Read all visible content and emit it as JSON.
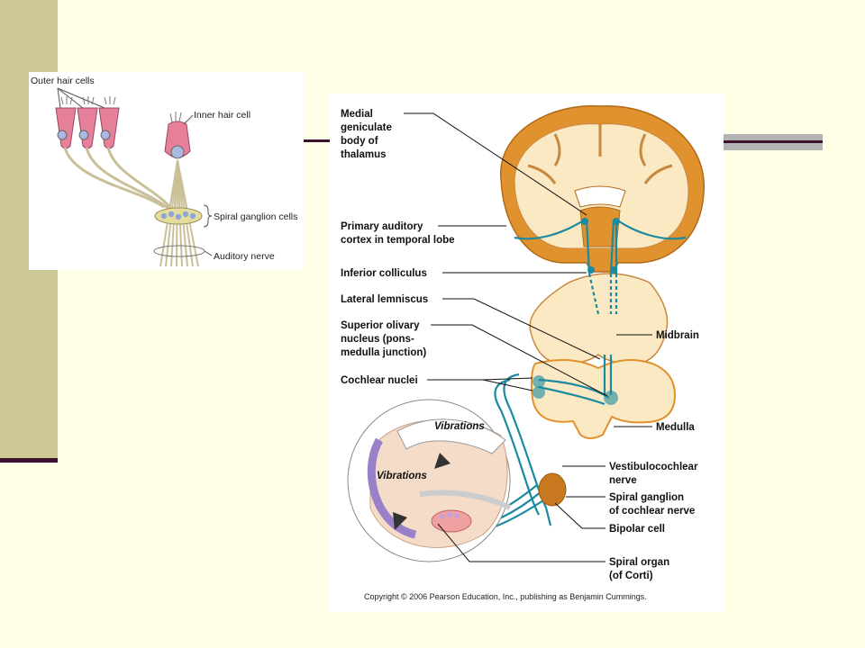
{
  "hair_cell_figure": {
    "labels": {
      "outer_hair_cells": "Outer hair cells",
      "inner_hair_cell": "Inner hair cell",
      "spiral_ganglion_cells": "Spiral ganglion cells",
      "auditory_nerve": "Auditory nerve"
    }
  },
  "pathway_figure": {
    "labels": {
      "medial_geniculate": [
        "Medial",
        "geniculate",
        "body of",
        "thalamus"
      ],
      "primary_auditory_cortex": [
        "Primary auditory",
        "cortex in temporal lobe"
      ],
      "inferior_colliculus": "Inferior colliculus",
      "lateral_lemniscus": "Lateral lemniscus",
      "superior_olivary": [
        "Superior olivary",
        "nucleus (pons-",
        "medulla junction)"
      ],
      "cochlear_nuclei": "Cochlear nuclei",
      "midbrain": "Midbrain",
      "medulla": "Medulla",
      "vestibulocochlear_nerve": [
        "Vestibulocochlear",
        "nerve"
      ],
      "spiral_ganglion_cochlear": [
        "Spiral ganglion",
        "of cochlear nerve"
      ],
      "bipolar_cell": "Bipolar cell",
      "spiral_organ": [
        "Spiral organ",
        "(of Corti)"
      ],
      "vibrations_1": "Vibrations",
      "vibrations_2": "Vibrations"
    },
    "copyright": "Copyright © 2006 Pearson Education, Inc., publishing as Benjamin Cummings."
  },
  "colors": {
    "background": "#fffee6",
    "left_bar": "#cdc896",
    "accent_line": "#3f0f2f",
    "brain_outer": "#e0922f",
    "brain_inner": "#fbe9c4",
    "nerve": "#1a8aa0",
    "hair_cell": "#e57f9a"
  }
}
